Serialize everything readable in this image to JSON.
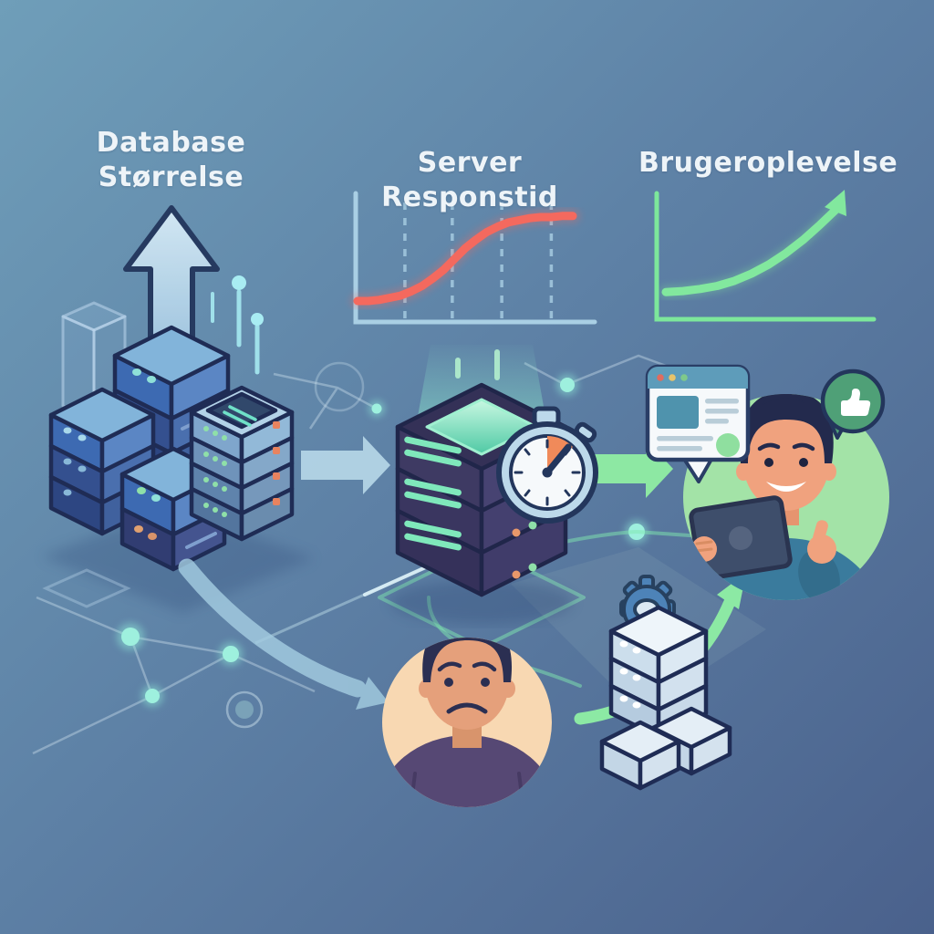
{
  "labels": {
    "database": {
      "line1": "Database",
      "line2": "Størrelse"
    },
    "server": "Server Responstid",
    "user": "Brugeroplevelse"
  },
  "chart_data": [
    {
      "id": "server-responstid",
      "type": "line",
      "title": "Server Responstid",
      "color": "#f4695e",
      "axis_color": "#a9cfe4",
      "gridlines": {
        "style": "dashed-vertical",
        "x_fractions": [
          0.22,
          0.44,
          0.67,
          0.9
        ]
      },
      "x": [
        0,
        0.05,
        0.1,
        0.15,
        0.2,
        0.25,
        0.3,
        0.35,
        0.4,
        0.45,
        0.5,
        0.55,
        0.6,
        0.65,
        0.7,
        0.75,
        0.8,
        0.85,
        0.9,
        0.95,
        1
      ],
      "y": [
        0.11,
        0.11,
        0.12,
        0.14,
        0.16,
        0.2,
        0.25,
        0.32,
        0.4,
        0.5,
        0.6,
        0.68,
        0.75,
        0.8,
        0.84,
        0.86,
        0.88,
        0.89,
        0.89,
        0.9,
        0.9
      ],
      "xlabel": "",
      "ylabel": "",
      "shape_note": "s-curve rising then plateauing"
    },
    {
      "id": "brugeroplevelse",
      "type": "line",
      "title": "Brugeroplevelse",
      "color": "#82e89e",
      "axis_color": "#7de79b",
      "arrow_end": true,
      "x": [
        0,
        0.1,
        0.2,
        0.3,
        0.4,
        0.5,
        0.6,
        0.7,
        0.8,
        0.9,
        1
      ],
      "y": [
        0.15,
        0.16,
        0.18,
        0.21,
        0.26,
        0.33,
        0.42,
        0.53,
        0.66,
        0.81,
        0.97
      ],
      "xlabel": "",
      "ylabel": "",
      "shape_note": "exponential growth curve ending in arrowhead"
    }
  ],
  "scene": {
    "background": {
      "from": "#6f9eb9",
      "mid": "#5d80a5",
      "to": "#4a618c"
    },
    "elements": [
      {
        "name": "database-stack",
        "colors": [
          "#82b4da",
          "#3d6ab2",
          "#5b86c4"
        ]
      },
      {
        "name": "growth-arrow-up",
        "color": "#bcdcef"
      },
      {
        "name": "server-rack",
        "led_colors": [
          "#8fe0a8",
          "#e8835f"
        ]
      },
      {
        "name": "circuit-pins",
        "color": "#9fe0ea"
      },
      {
        "name": "dark-server-stack",
        "colors": [
          "#3e3a63",
          "#474372"
        ],
        "glow": "#8ff0cf"
      },
      {
        "name": "stopwatch",
        "accent": "#f08a5a"
      },
      {
        "name": "arrow-db-to-server",
        "color": "#b8d8e9"
      },
      {
        "name": "arrow-server-to-user",
        "color": "#8de8a3"
      },
      {
        "name": "arrow-db-to-frustrated-user",
        "color": "#a3cce0"
      },
      {
        "name": "arrow-optimization-growth",
        "color": "#8ce9a4"
      },
      {
        "name": "happy-user",
        "circle": "#a3e3a7",
        "shirt": "#3a7b9d"
      },
      {
        "name": "browser-window-card",
        "header": "#5e9cba",
        "dots": [
          "#e06c5f",
          "#e8c36a",
          "#7fc98b"
        ]
      },
      {
        "name": "thumbs-up-bubble",
        "color": "#4fa077"
      },
      {
        "name": "frustrated-user",
        "circle": "#f8d8b2",
        "shirt": "#564874"
      },
      {
        "name": "optimized-stack-with-gear",
        "gear": "#4d83b8"
      },
      {
        "name": "data-cubes",
        "color": "#e4eef6"
      },
      {
        "name": "network-nodes",
        "color": "#8fe8d8"
      }
    ]
  }
}
